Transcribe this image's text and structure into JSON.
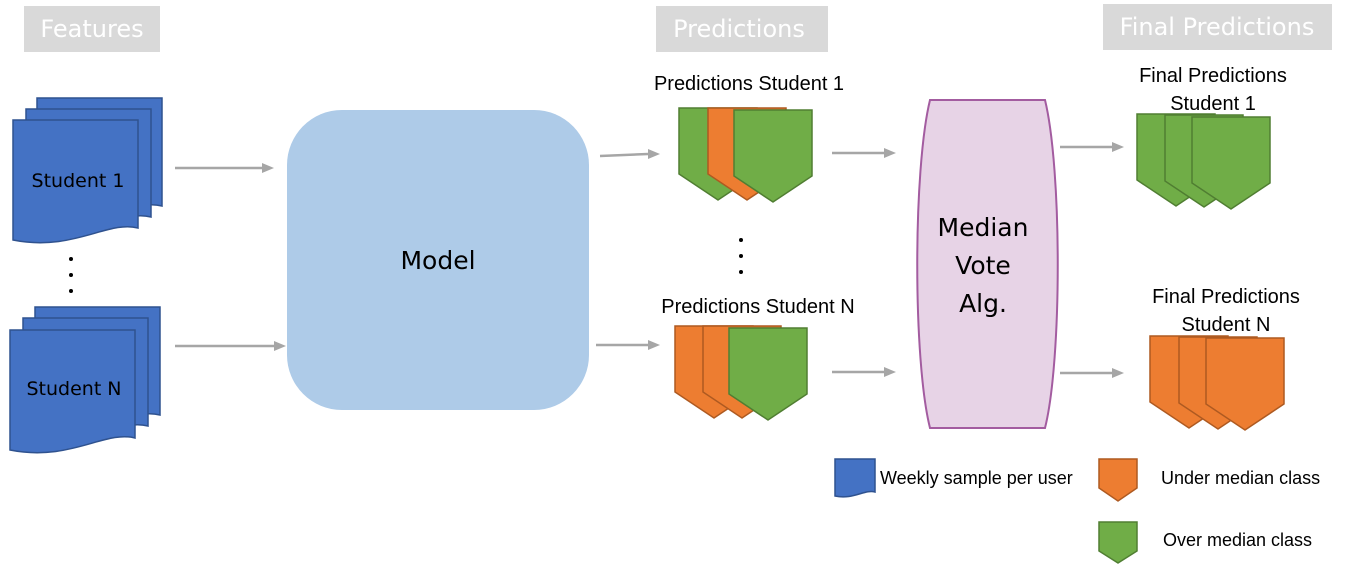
{
  "headers": {
    "features": "Features",
    "predictions": "Predictions",
    "final_predictions": "Final Predictions"
  },
  "features": {
    "doc_top_label": "Student 1",
    "doc_bottom_label": "Student N"
  },
  "model": {
    "label": "Model"
  },
  "predictions": {
    "top_label": "Predictions Student 1",
    "bottom_label": "Predictions Student N"
  },
  "vote": {
    "line1": "Median",
    "line2": "Vote",
    "line3": "Alg."
  },
  "final": {
    "top_line1": "Final Predictions",
    "top_line2": "Student 1",
    "bottom_line1": "Final Predictions",
    "bottom_line2": "Student N"
  },
  "legend": {
    "weekly": "Weekly sample per user",
    "under": "Under median class",
    "over": "Over median class"
  },
  "colors": {
    "document_blue": "#4472c4",
    "over_median_green": "#70ad47",
    "under_median_orange": "#ed7d31",
    "model_blue": "#aecbe8",
    "vote_pink": "#e7d3e6",
    "arrow_gray": "#a6a6a6",
    "header_gray": "#d9d9d9"
  }
}
